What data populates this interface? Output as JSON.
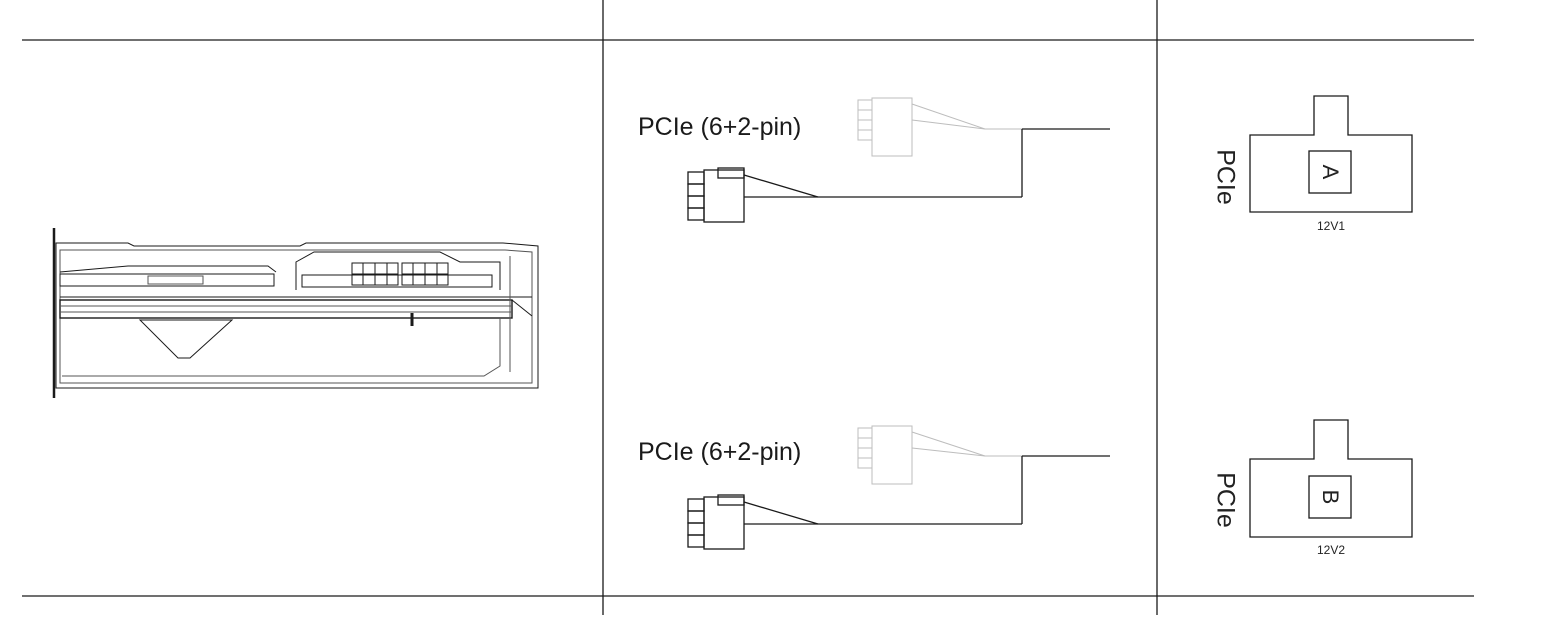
{
  "cables": [
    {
      "label": "PCIe (6+2-pin)"
    },
    {
      "label": "PCIe (6+2-pin)"
    }
  ],
  "psu_connectors": [
    {
      "rotated_label": "PCIe",
      "letter": "A",
      "rail": "12V1"
    },
    {
      "rotated_label": "PCIe",
      "letter": "B",
      "rail": "12V2"
    }
  ],
  "colors": {
    "line": "#1a1a1a",
    "faded": "#bdbdbd",
    "background": "#ffffff"
  }
}
